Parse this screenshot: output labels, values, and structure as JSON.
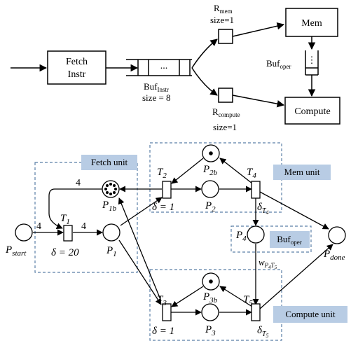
{
  "pipeline": {
    "fetch_line1": "Fetch",
    "fetch_line2": "Instr",
    "buffer_dots": "...",
    "buf_instr_base": "Buf",
    "buf_instr_sub": "Instr",
    "buf_instr_size": "size = 8",
    "r_mem_base": "R",
    "r_mem_sub": "mem",
    "r_mem_size": "size=1",
    "r_compute_base": "R",
    "r_compute_sub": "compute",
    "r_compute_size": "size=1",
    "mem_label": "Mem",
    "compute_label": "Compute",
    "buf_oper_base": "Buf",
    "buf_oper_sub": "oper",
    "buf_oper_dots": "⋮"
  },
  "petri": {
    "units": {
      "fetch": "Fetch unit",
      "mem": "Mem unit",
      "buf_oper_base": "Buf",
      "buf_oper_sub": "oper",
      "compute": "Compute unit"
    },
    "places": {
      "p_start_base": "P",
      "p_start_sub": "start",
      "p_1b_base": "P",
      "p_1b_sub": "1b",
      "p_1_base": "P",
      "p_1_sub": "1",
      "p_2b_base": "P",
      "p_2b_sub": "2b",
      "p_2_base": "P",
      "p_2_sub": "2",
      "p_3b_base": "P",
      "p_3b_sub": "3b",
      "p_3_base": "P",
      "p_3_sub": "3",
      "p_4_base": "P",
      "p_4_sub": "4",
      "p_done_base": "P",
      "p_done_sub": "done"
    },
    "transitions": {
      "t1_base": "T",
      "t1_sub": "1",
      "t1_delay": "δ = 20",
      "t2_base": "T",
      "t2_sub": "2",
      "t2_delay": "δ = 1",
      "t3_base": "T",
      "t3_sub": "3",
      "t3_delay": "δ = 1",
      "t4_base": "T",
      "t4_sub": "4",
      "t4_delta_base": "δ",
      "t4_delta_sub": "T",
      "t4_delta_subsub": "4",
      "t5_base": "T",
      "t5_sub": "5",
      "t5_delta_base": "δ",
      "t5_delta_sub": "T",
      "t5_delta_subsub": "5"
    },
    "weights": {
      "w_start_t1": "4",
      "w_t1_p1": "4",
      "w_p1b_t1": "4",
      "w_p4_t5_base": "w",
      "w_p4_t5_sub_p": "P",
      "w_p4_t5_sub_p_idx": "4",
      "w_p4_t5_sub_t": "T",
      "w_p4_t5_sub_t_idx": "5"
    }
  }
}
